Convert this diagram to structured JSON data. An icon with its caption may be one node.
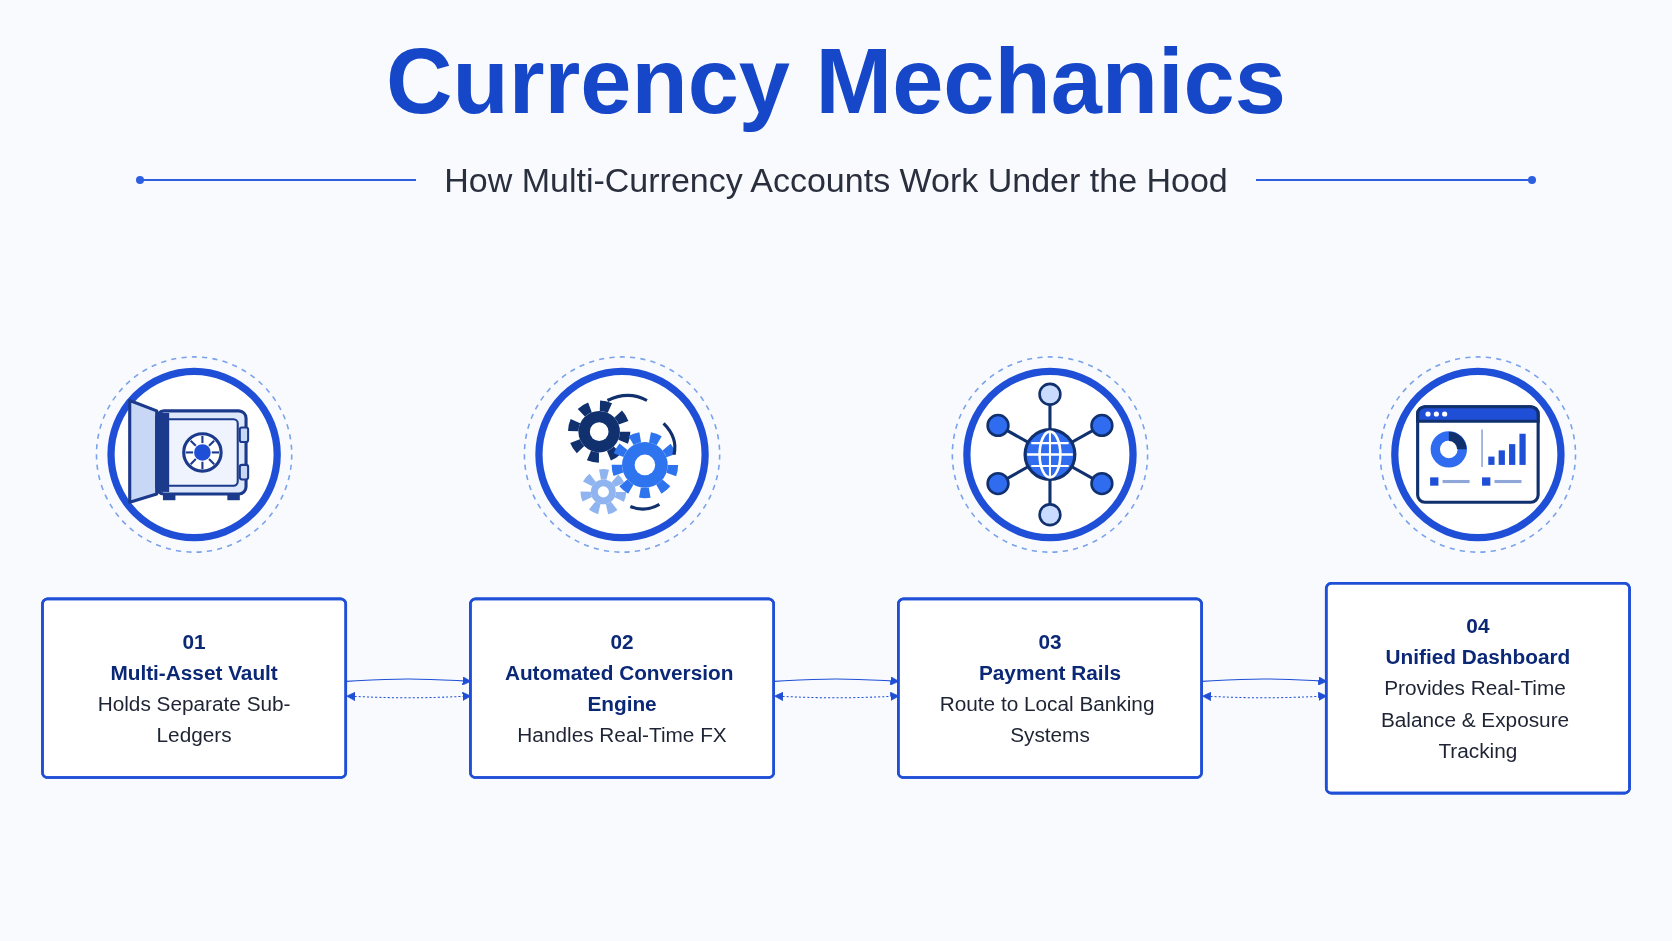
{
  "diagram": {
    "title": "Currency Mechanics",
    "nodes": [
      {
        "text": [
          "01",
          "Multi-Asset Vault",
          "Holds Separate Sub-Ledgers"
        ]
      },
      {
        "text": [
          "02",
          "Automated Conversion Engine",
          "Handles Real-Time FX"
        ]
      },
      {
        "text": [
          "03",
          "Payment Rails",
          "Route to Local Banking Systems"
        ]
      },
      {
        "text": [
          "04",
          "Unified Dashboard",
          "Provides Real-Time Balance & Exposure Tracking"
        ]
      }
    ],
    "edges": [
      {
        "from": 0,
        "to": 1,
        "arrow": "to"
      },
      {
        "from": 1,
        "to": 2,
        "arrow": "to"
      },
      {
        "from": 2,
        "to": 3,
        "arrow": "to"
      },
      {
        "from": 0,
        "to": 1,
        "arrow": "both",
        "style": "dashed"
      },
      {
        "from": 1,
        "to": 2,
        "arrow": "both",
        "style": "dashed"
      },
      {
        "from": 2,
        "to": 3,
        "arrow": "both",
        "style": "dashed"
      }
    ],
    "labels": [
      "How Multi-Currency Accounts Work Under the Hood"
    ]
  }
}
